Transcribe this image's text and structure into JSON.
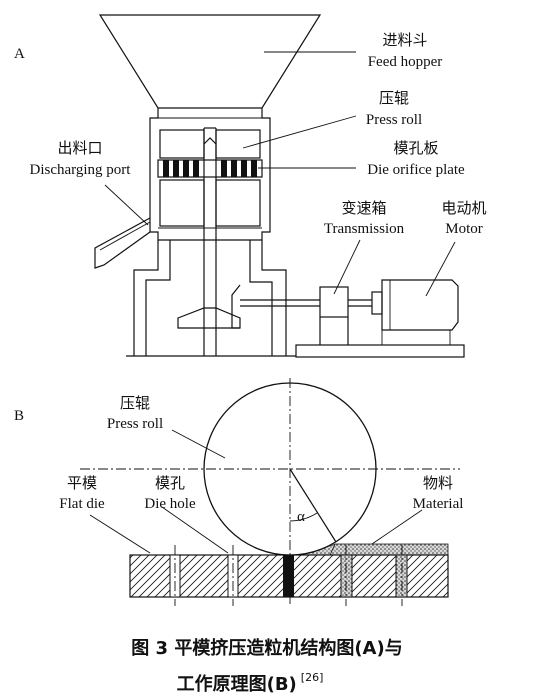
{
  "panel_a": {
    "tag": "A",
    "labels": {
      "feed_hopper_zh": "进料斗",
      "feed_hopper_en": "Feed hopper",
      "press_roll_zh": "压辊",
      "press_roll_en": "Press roll",
      "die_plate_zh": "模孔板",
      "die_plate_en": "Die orifice plate",
      "discharge_zh": "出料口",
      "discharge_en": "Discharging port",
      "transmission_zh": "变速箱",
      "transmission_en": "Transmission",
      "motor_zh": "电动机",
      "motor_en": "Motor"
    }
  },
  "panel_b": {
    "tag": "B",
    "labels": {
      "press_roll_zh": "压辊",
      "press_roll_en": "Press roll",
      "flat_die_zh": "平模",
      "flat_die_en": "Flat die",
      "die_hole_zh": "模孔",
      "die_hole_en": "Die hole",
      "material_zh": "物料",
      "material_en": "Material",
      "angle_symbol": "α"
    }
  },
  "caption": {
    "line1": "图 3   平模挤压造粒机结构图(A)与",
    "line2": "工作原理图(B)",
    "ref": "[26]"
  }
}
